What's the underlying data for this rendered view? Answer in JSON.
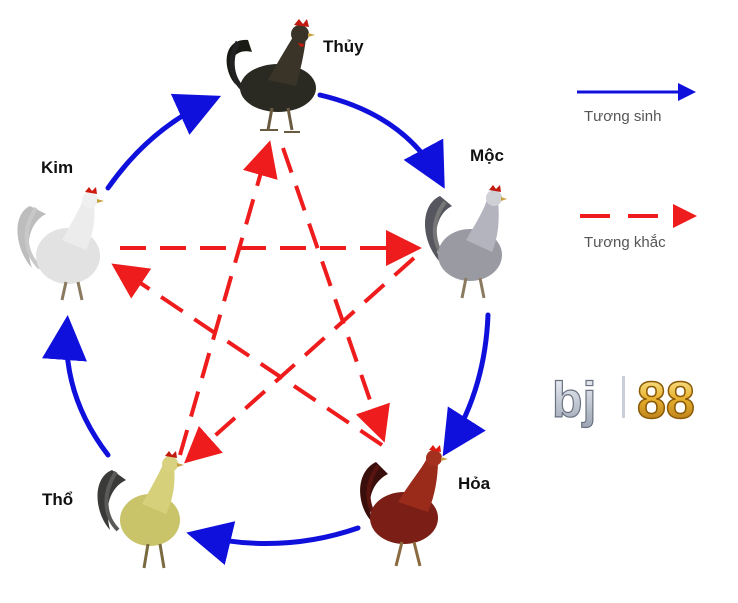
{
  "elements": {
    "thuy": "Thủy",
    "moc": "Mộc",
    "hoa": "Hỏa",
    "tho": "Thổ",
    "kim": "Kim"
  },
  "legend": {
    "generating": "Tương sinh",
    "overcoming": "Tương khắc"
  },
  "logo": {
    "left": "bj",
    "right": "88"
  },
  "colors": {
    "generating": "#1010dd",
    "overcoming": "#ee1c1c",
    "thuy_rooster": "#2a2a22",
    "moc_rooster": "#9a9aa3",
    "hoa_rooster": "#7a1e16",
    "tho_rooster": "#c9c46a",
    "kim_rooster": "#dcdcdc",
    "logo_gold": "#e0a020"
  }
}
